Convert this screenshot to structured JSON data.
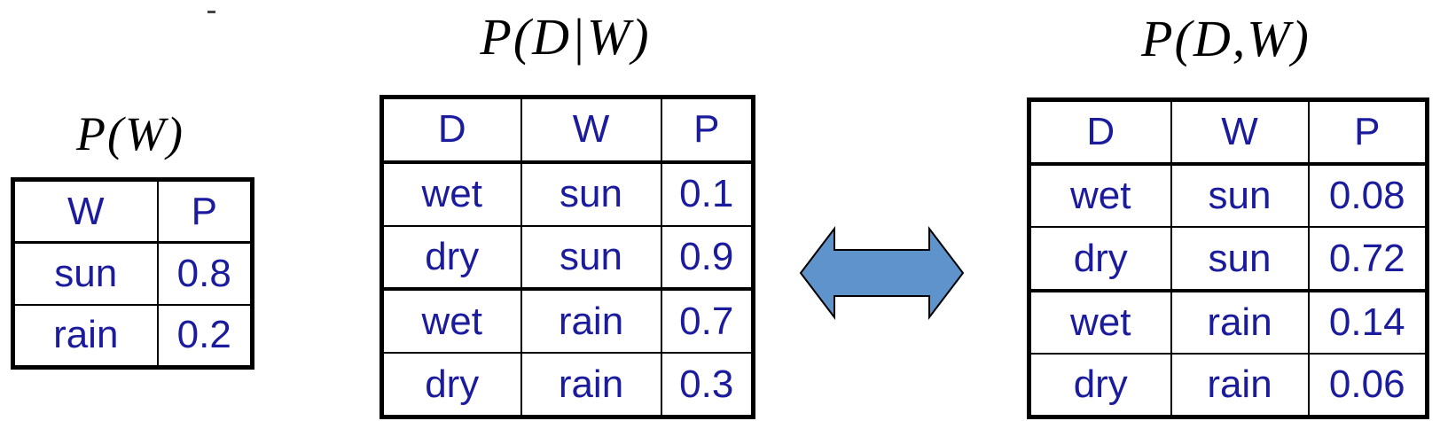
{
  "colors": {
    "page_bg": "#ffffff",
    "title_text": "#000000",
    "cell_text": "#1b1b9e",
    "table_border": "#000000",
    "arrow_fill": "#5e94cb",
    "arrow_stroke": "#000000",
    "dash": "#444444"
  },
  "tables": [
    {
      "title": "P(W)",
      "headers": [
        "W",
        "P"
      ],
      "rows": [
        [
          "sun",
          "0.8"
        ],
        [
          "rain",
          "0.2"
        ]
      ]
    },
    {
      "title": "P(D|W)",
      "headers": [
        "D",
        "W",
        "P"
      ],
      "rows": [
        [
          "wet",
          "sun",
          "0.1"
        ],
        [
          "dry",
          "sun",
          "0.9"
        ],
        [
          "wet",
          "rain",
          "0.7"
        ],
        [
          "dry",
          "rain",
          "0.3"
        ]
      ]
    },
    {
      "title": "P(D,W)",
      "headers": [
        "D",
        "W",
        "P"
      ],
      "rows": [
        [
          "wet",
          "sun",
          "0.08"
        ],
        [
          "dry",
          "sun",
          "0.72"
        ],
        [
          "wet",
          "rain",
          "0.14"
        ],
        [
          "dry",
          "rain",
          "0.06"
        ]
      ]
    }
  ],
  "arrow": {
    "type": "double-headed-horizontal"
  }
}
